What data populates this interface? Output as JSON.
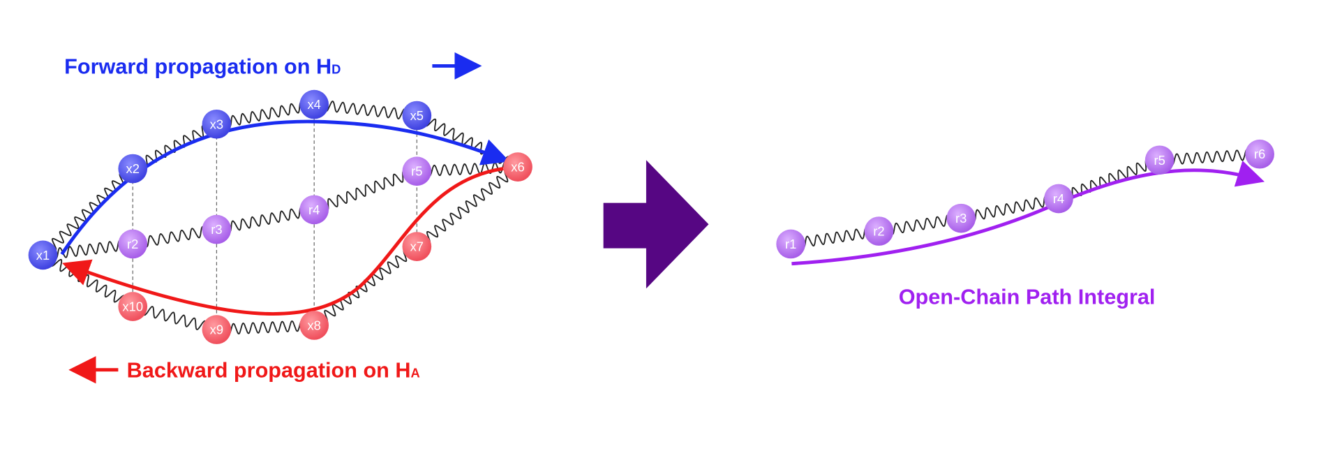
{
  "left": {
    "forward_label": "Forward propagation on H",
    "forward_sub": "D",
    "backward_label": "Backward propagation on H",
    "backward_sub": "A",
    "outer_nodes": [
      "x1",
      "x2",
      "x3",
      "x4",
      "x5",
      "x6",
      "x7",
      "x8",
      "x9",
      "x10"
    ],
    "inner_nodes": [
      "r2",
      "r3",
      "r4",
      "r5"
    ]
  },
  "right": {
    "nodes": [
      "r1",
      "r2",
      "r3",
      "r4",
      "r5",
      "r6"
    ],
    "caption": "Open-Chain Path Integral"
  },
  "colors": {
    "forward": "#1a2cf0",
    "backward": "#f01818",
    "blue_node": "#4b4fe6",
    "red_node": "#f2606c",
    "purple_node": "#b36cf0",
    "chain_arrow": "#a020f0",
    "big_arrow": "#560683"
  }
}
